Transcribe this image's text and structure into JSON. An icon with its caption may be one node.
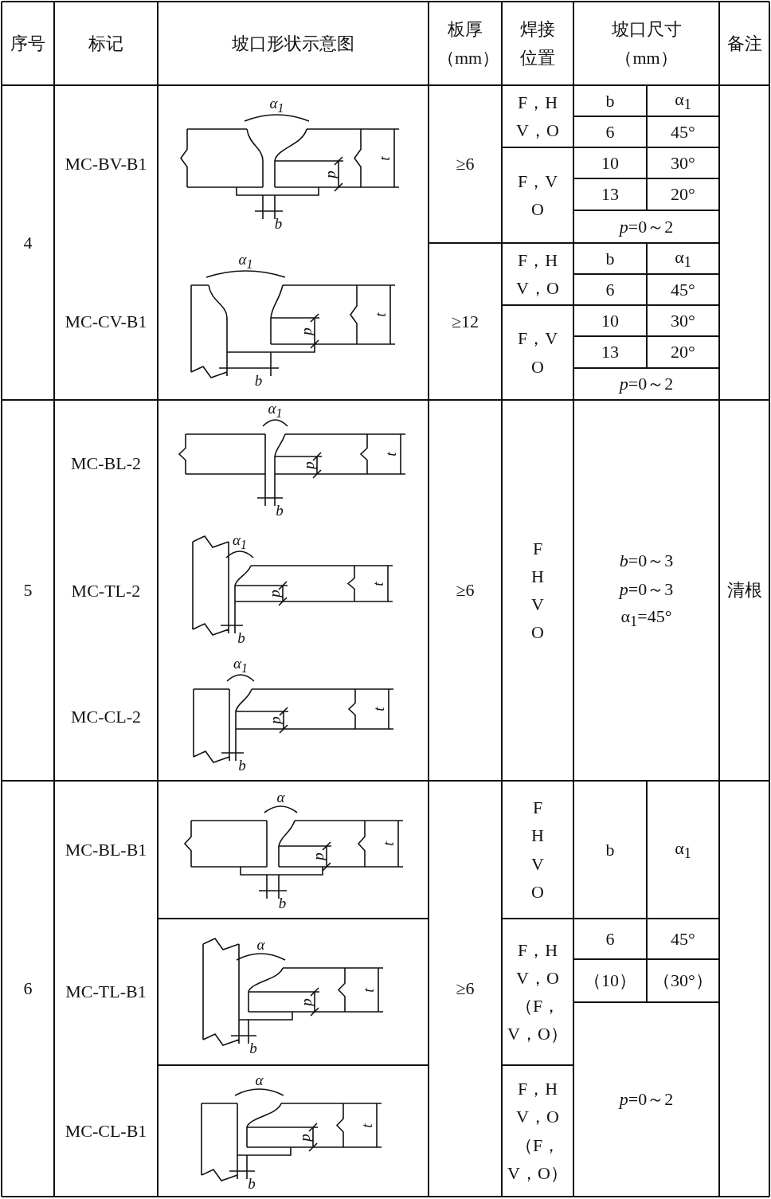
{
  "diagram": {
    "labels": [
      "序号",
      "标记",
      "坡口形状示意图",
      "板厚（mm）",
      "焊接位置",
      "坡口尺寸（mm）",
      "备注",
      "4",
      "MC-BV-B1",
      "α$_{1}$",
      "p",
      "t",
      "b",
      "≥6",
      "F，H V，O",
      "b",
      "α$_{1}$",
      "6",
      "45°",
      "F，V O",
      "10",
      "30°",
      "13",
      "20°",
      "*p*=0～2",
      "MC-CV-B1",
      "α$_{1}$",
      "p",
      "t",
      "b",
      "≥12",
      "F，H V，O",
      "b",
      "α$_{1}$",
      "6",
      "45°",
      "F，V O",
      "10",
      "30°",
      "13",
      "20°",
      "*p*=0～2",
      "5",
      "MC-BL-2",
      "α$_{1}$",
      "p",
      "t",
      "b",
      "MC-TL-2",
      "α$_{1}$",
      "p",
      "t",
      "b",
      "MC-CL-2",
      "α$_{1}$",
      "p",
      "t",
      "b",
      "≥6",
      "F H V O",
      "*b*=0～3",
      "*p*=0～3",
      "α$_{1}$=45°",
      "清根",
      "6",
      "MC-BL-B1",
      "α",
      "p",
      "t",
      "b",
      "≥6",
      "F H V O",
      "b",
      "α$_{1}$",
      "MC-TL-B1",
      "α",
      "p",
      "t",
      "b",
      "F，H V，O （F，V，O）",
      "6",
      "45°",
      "（10）",
      "（30°）",
      "MC-CL-B1",
      "α",
      "p",
      "t",
      "b",
      "F，H V，O （F，V，O）",
      "*p*=0～2"
    ]
  }
}
